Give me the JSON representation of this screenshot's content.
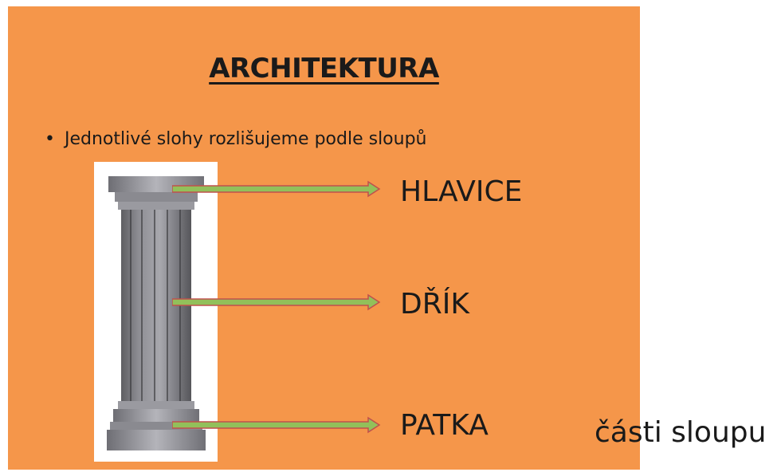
{
  "slide": {
    "title": "ARCHITEKTURA",
    "bullet": "Jednotlivé slohy rozlišujeme podle sloupů",
    "labels": [
      "HLAVICE",
      "DŘÍK",
      "PATKA"
    ],
    "caption": "části sloupu",
    "colors": {
      "background": "#f5964a",
      "arrow_fill": "#92c05a",
      "arrow_outline": "#c0504d"
    }
  }
}
